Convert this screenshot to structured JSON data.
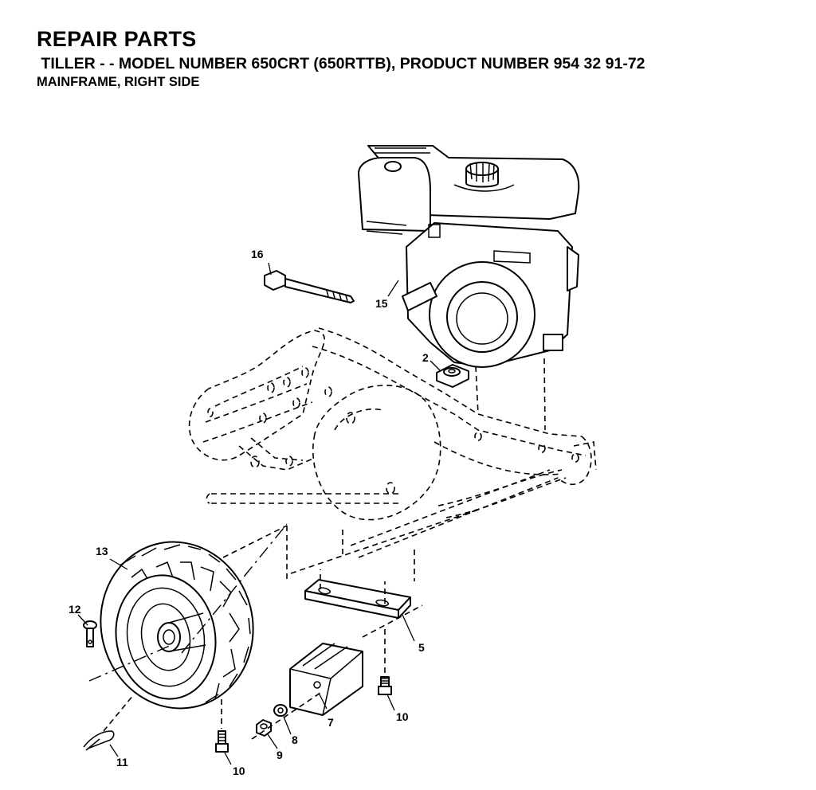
{
  "header": {
    "title": "REPAIR PARTS",
    "subtitle": " TILLER - - MODEL NUMBER 650CRT (650RTTB), PRODUCT NUMBER 954 32 91-72",
    "section": "MAINFRAME, RIGHT SIDE"
  },
  "callouts": {
    "p16": "16",
    "p15": "15",
    "p2": "2",
    "p13": "13",
    "p12": "12",
    "p5": "5",
    "p10a": "10",
    "p7": "7",
    "p8": "8",
    "p9": "9",
    "p10b": "10",
    "p11": "11"
  }
}
